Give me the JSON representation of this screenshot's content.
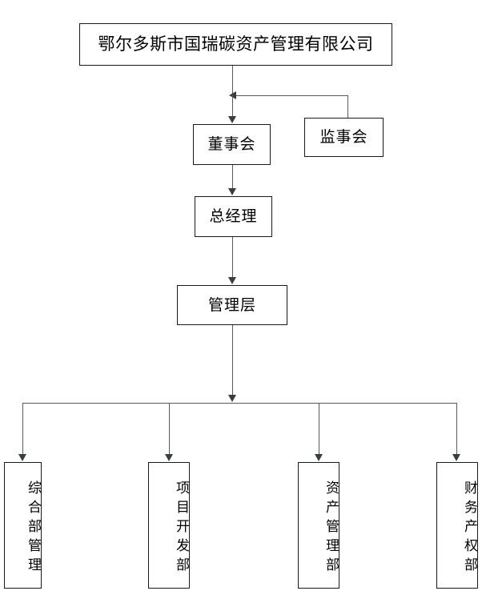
{
  "diagram": {
    "title": "鄂尔多斯市国瑞碳资产管理有限公司",
    "type": "organizational-chart",
    "orientation": "top-down",
    "background_color": "#ffffff",
    "line_color": "#555a5e",
    "border_color": "#1a1a1a",
    "text_color": "#000000"
  },
  "nodes": {
    "root": {
      "label": "鄂尔多斯市国瑞碳资产管理有限公司"
    },
    "board": {
      "label": "董事会"
    },
    "supervisor": {
      "label": "监事会"
    },
    "general_manager": {
      "label": "总经理"
    },
    "management": {
      "label": "管理层"
    },
    "departments": [
      {
        "label": "综合部管理"
      },
      {
        "label": "项目开发部"
      },
      {
        "label": "资产管理部"
      },
      {
        "label": "财务产权部"
      }
    ]
  },
  "edges": [
    {
      "from": "root",
      "to": "board",
      "arrow": "down"
    },
    {
      "from": "supervisor",
      "to": "board-link",
      "arrow": "left"
    },
    {
      "from": "board",
      "to": "general_manager",
      "arrow": "down"
    },
    {
      "from": "general_manager",
      "to": "management",
      "arrow": "down"
    },
    {
      "from": "management",
      "to": "departments-bus",
      "arrow": "down"
    },
    {
      "from": "departments-bus",
      "to": "departments.0",
      "arrow": "down"
    },
    {
      "from": "departments-bus",
      "to": "departments.1",
      "arrow": "down"
    },
    {
      "from": "departments-bus",
      "to": "departments.2",
      "arrow": "down"
    },
    {
      "from": "departments-bus",
      "to": "departments.3",
      "arrow": "down"
    }
  ]
}
